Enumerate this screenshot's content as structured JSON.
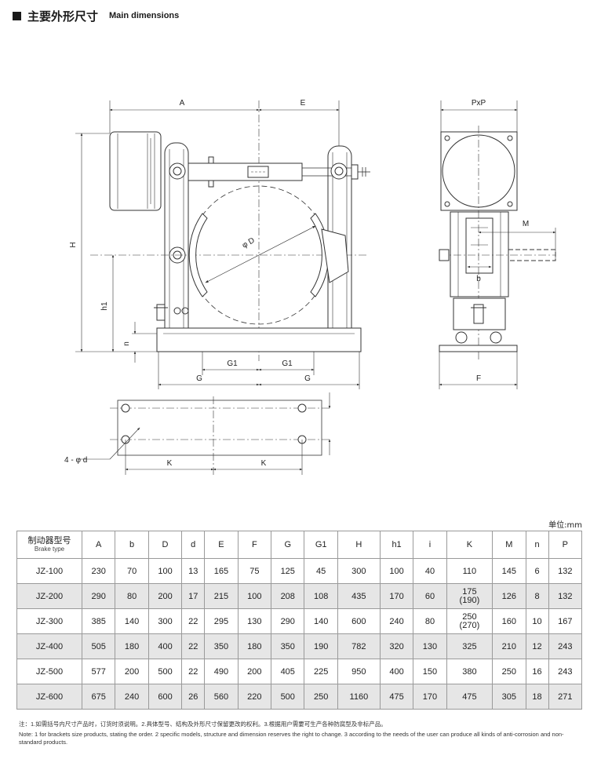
{
  "header": {
    "title_cn": "主要外形尺寸",
    "title_en": "Main dimensions"
  },
  "drawing": {
    "labels": {
      "A": "A",
      "E": "E",
      "PxP": "PxP",
      "H": "H",
      "h1": "h1",
      "n": "n",
      "G1": "G1",
      "G": "G",
      "M": "M",
      "b": "b",
      "F": "F",
      "K": "K",
      "phiD": "φ D",
      "fourPhiD": "4 - φ d"
    }
  },
  "table": {
    "unit": "单位:mm",
    "header_cn": "制动器型号",
    "header_en": "Brake type",
    "columns": [
      "A",
      "b",
      "D",
      "d",
      "E",
      "F",
      "G",
      "G1",
      "H",
      "h1",
      "i",
      "K",
      "M",
      "n",
      "P"
    ],
    "rows": [
      {
        "type": "JZ-100",
        "values": [
          "230",
          "70",
          "100",
          "13",
          "165",
          "75",
          "125",
          "45",
          "300",
          "100",
          "40",
          "110",
          "145",
          "6",
          "132"
        ]
      },
      {
        "type": "JZ-200",
        "values": [
          "290",
          "80",
          "200",
          "17",
          "215",
          "100",
          "208",
          "108",
          "435",
          "170",
          "60",
          "175|(190)",
          "126",
          "8",
          "132"
        ]
      },
      {
        "type": "JZ-300",
        "values": [
          "385",
          "140",
          "300",
          "22",
          "295",
          "130",
          "290",
          "140",
          "600",
          "240",
          "80",
          "250|(270)",
          "160",
          "10",
          "167"
        ]
      },
      {
        "type": "JZ-400",
        "values": [
          "505",
          "180",
          "400",
          "22",
          "350",
          "180",
          "350",
          "190",
          "782",
          "320",
          "130",
          "325",
          "210",
          "12",
          "243"
        ]
      },
      {
        "type": "JZ-500",
        "values": [
          "577",
          "200",
          "500",
          "22",
          "490",
          "200",
          "405",
          "225",
          "950",
          "400",
          "150",
          "380",
          "250",
          "16",
          "243"
        ]
      },
      {
        "type": "JZ-600",
        "values": [
          "675",
          "240",
          "600",
          "26",
          "560",
          "220",
          "500",
          "250",
          "1160",
          "475",
          "170",
          "475",
          "305",
          "18",
          "271"
        ]
      }
    ]
  },
  "notes": {
    "cn": "注：1.如需括号内尺寸产品时，订货时须说明。2.具体型号、结构及外形尺寸保留更改的权利。3.根据用户需要可生产各种防腐型及非标产品。",
    "en": "Note: 1 for brackets size products, stating the order. 2 specific models, structure and dimension reserves the right to change. 3 according to the needs of the user can produce all kinds of anti-corrosion and non-standard products."
  }
}
